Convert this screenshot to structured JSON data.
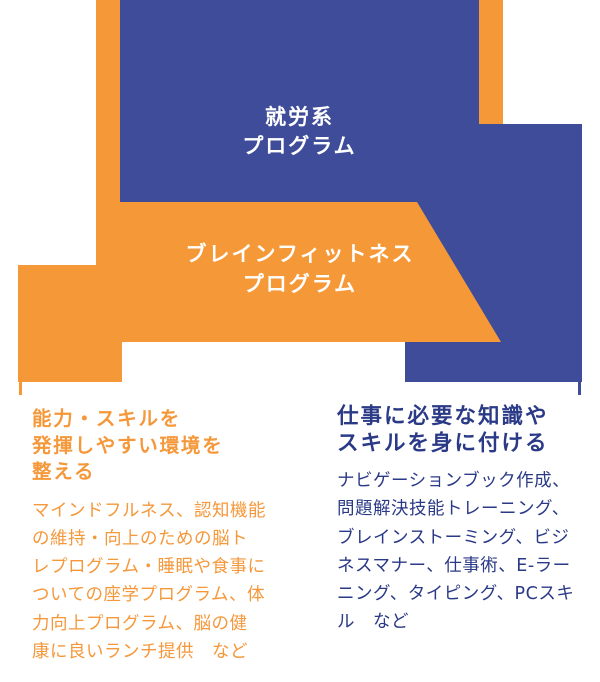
{
  "colors": {
    "shape_blue": "#3F4C9A",
    "shape_orange": "#F59938",
    "text_orange": "#F5983B",
    "text_navy": "#2B3A87",
    "label_white": "#FFFFFF"
  },
  "banner": {
    "employment_label": {
      "line1": "就労系",
      "line2": "プログラム"
    },
    "brainfitness_label": {
      "line1": "ブレインフィットネス",
      "line2": "プログラム"
    }
  },
  "columns": {
    "left": {
      "heading": [
        "能力・スキルを",
        "発揮しやすい環境を",
        "整える"
      ],
      "body": [
        "マインドフルネス、認知機能",
        "の維持・向上のための脳ト",
        "レプログラム・睡眠や食事に",
        "ついての座学プログラム、体",
        "力向上プログラム、脳の健",
        "康に良いランチ提供　など"
      ]
    },
    "right": {
      "heading": [
        "仕事に必要な知識や",
        "スキルを身に付ける"
      ],
      "body": [
        "ナビゲーションブック作成、",
        "問題解決技能トレーニング、",
        "ブレインストーミング、ビジ",
        "ネスマナー、仕事術、E-ラー",
        "ニング、タイピング、PCスキ",
        "ル　など"
      ]
    }
  }
}
